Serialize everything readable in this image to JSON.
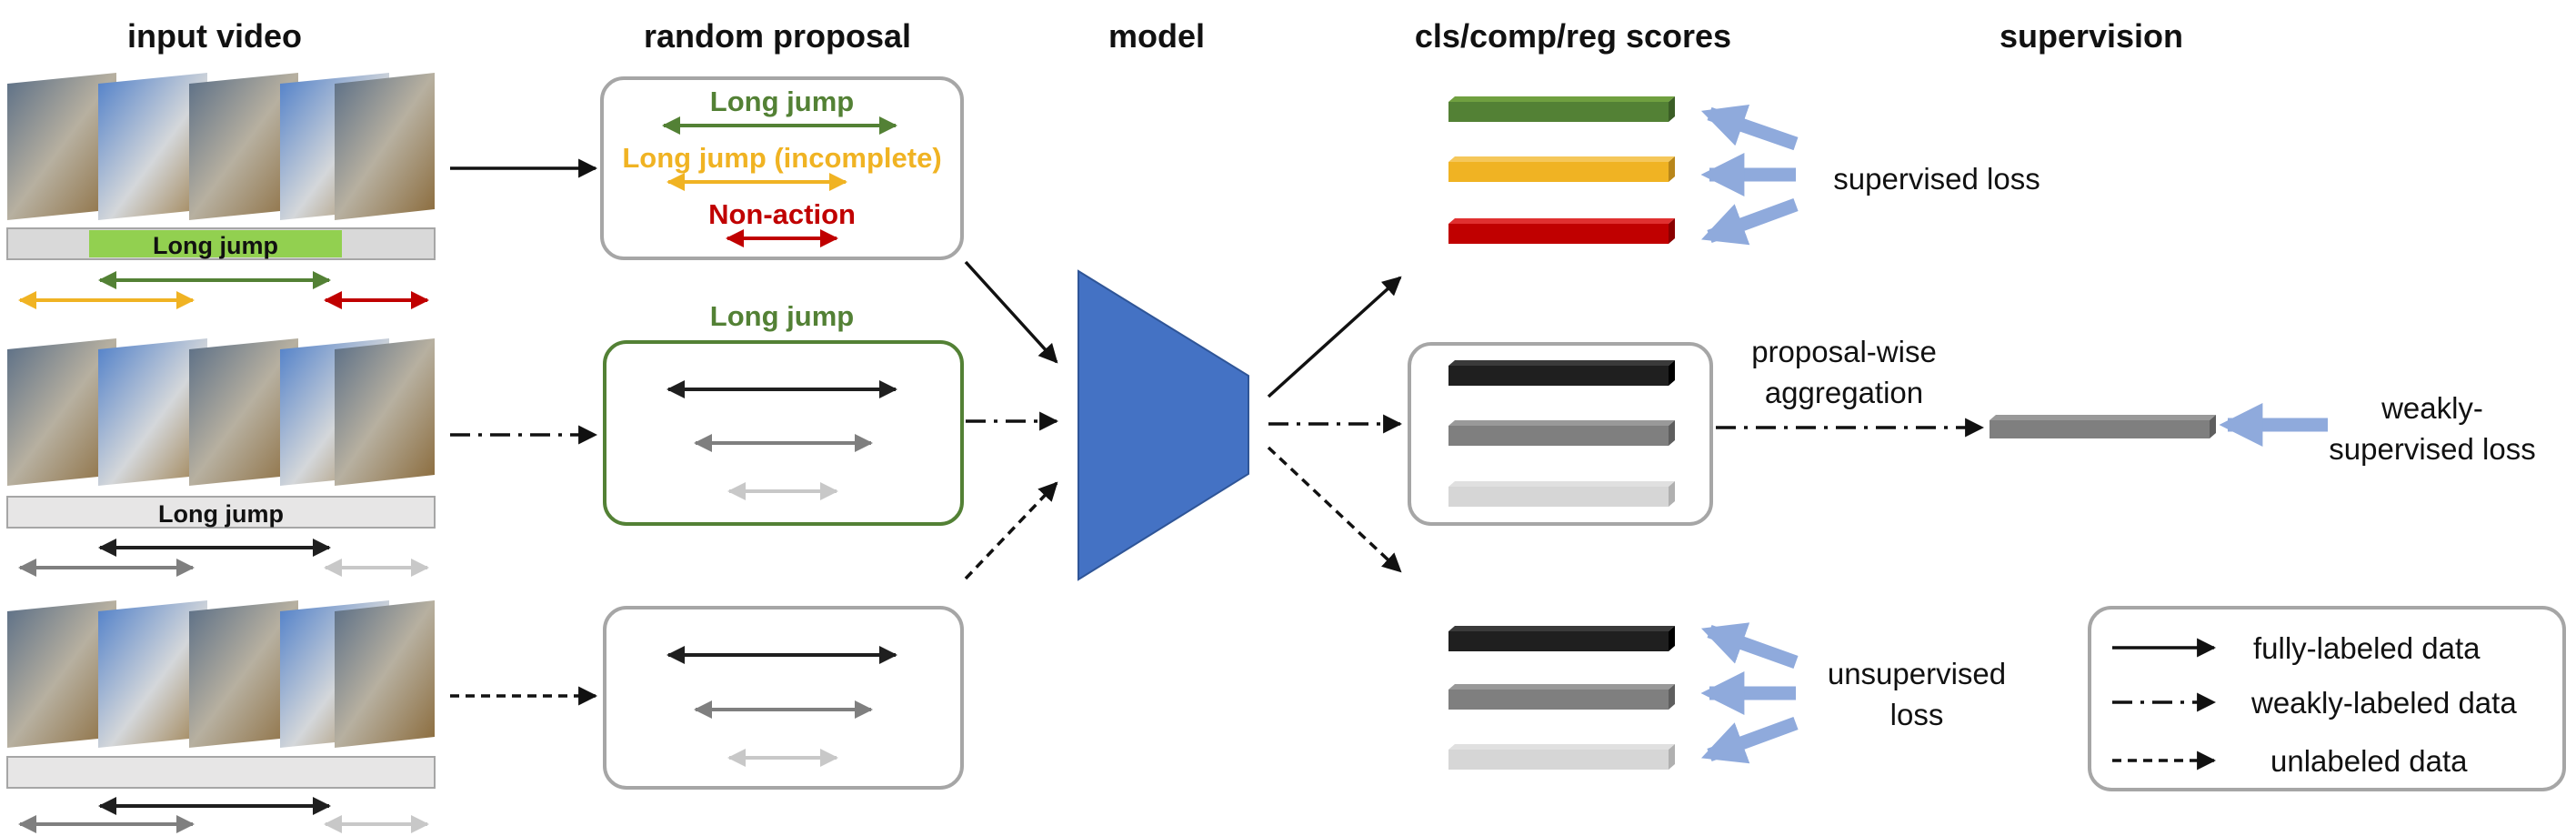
{
  "headers": {
    "input_video": "input video",
    "random_proposal": "random proposal",
    "model": "model",
    "scores": "cls/comp/reg scores",
    "supervision": "supervision"
  },
  "rows": {
    "fully": {
      "bar_label": "Long jump",
      "proposals": {
        "complete": "Long jump",
        "incomplete": "Long jump (incomplete)",
        "non_action": "Non-action"
      }
    },
    "weakly": {
      "bar_label": "Long jump",
      "proposal_title": "Long jump"
    },
    "unlabeled": {}
  },
  "supervision": {
    "supervised_loss": "supervised loss",
    "aggregation_line1": "proposal-wise",
    "aggregation_line2": "aggregation",
    "weakly_line1": "weakly-",
    "weakly_line2": "supervised loss",
    "unsupervised_line1": "unsupervised",
    "unsupervised_line2": "loss"
  },
  "legend": {
    "fully": "fully-labeled data",
    "weakly": "weakly-labeled data",
    "unlabeled": "unlabeled data"
  },
  "colors": {
    "green": "#538135",
    "orange": "#f0b323",
    "red": "#c00000",
    "bar_green": "#92d050",
    "model_blue": "#4472c4",
    "arrow_blue": "#8faadc",
    "dark": "#1f1f1f",
    "gray": "#7f7f7f",
    "light": "#c8c8c8",
    "box_gray": "#a6a6a6"
  },
  "icons": [
    "video-frame-thumbnail",
    "double-headed-arrow",
    "trapezoid-model",
    "solid-arrow",
    "dash-dot-arrow",
    "dashed-arrow"
  ]
}
